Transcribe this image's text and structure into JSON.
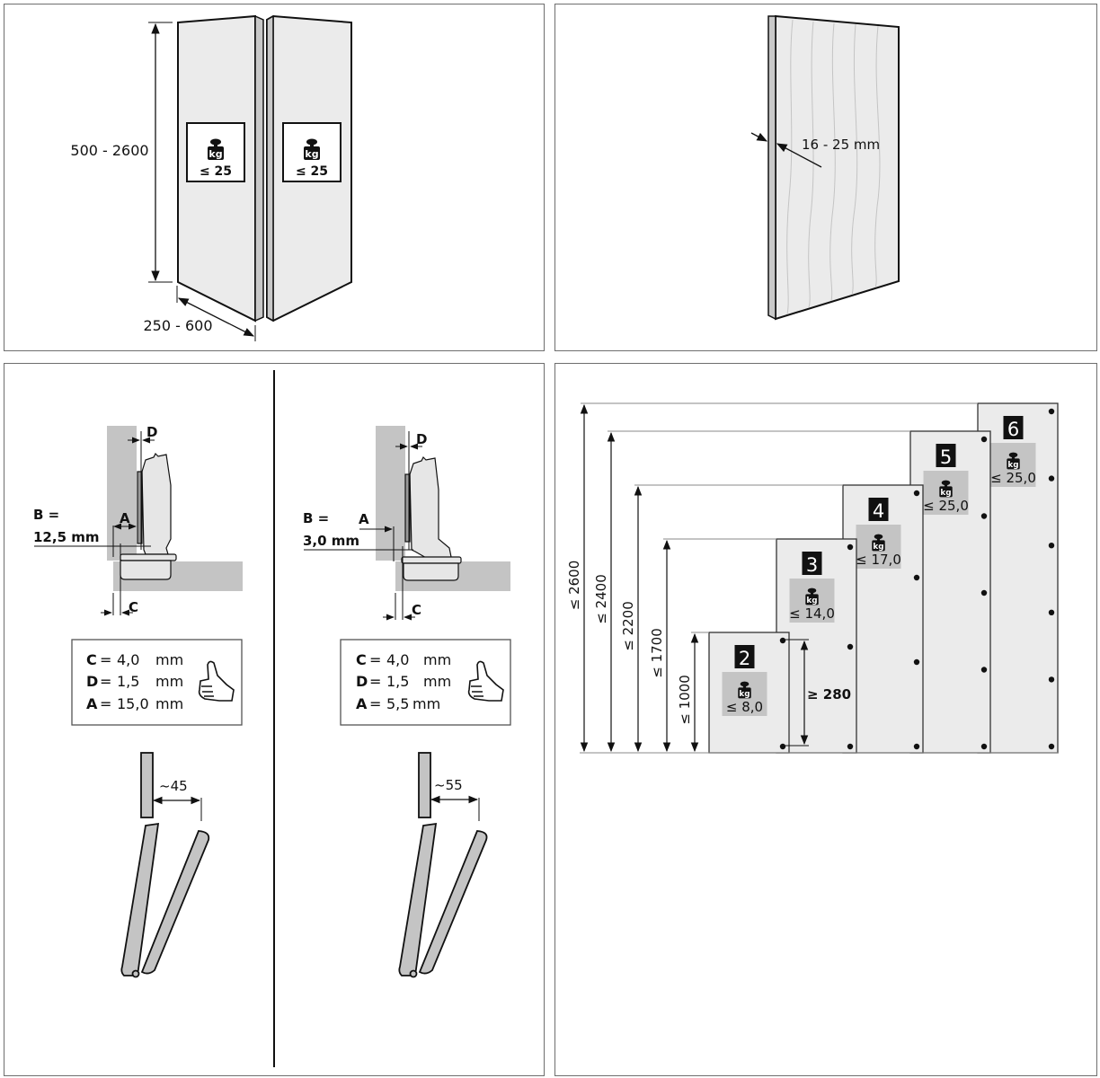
{
  "panel_door_size": {
    "height_range": "500 - 2600",
    "width_range": "250 - 600",
    "doors": [
      {
        "weight_icon": "kg",
        "weight_label": "≤ 25"
      },
      {
        "weight_icon": "kg",
        "weight_label": "≤ 25"
      }
    ]
  },
  "panel_door_thickness": {
    "thickness_label": "16 - 25 mm"
  },
  "panel_hinge_overlay": {
    "variants": [
      {
        "b_label": "B =",
        "b_value": "12,5 mm",
        "dim_a": "A",
        "dim_c": "C",
        "dim_d": "D",
        "spec_rows": [
          {
            "key": "C",
            "eq": "=",
            "value": "4,0",
            "unit": "mm"
          },
          {
            "key": "D",
            "eq": "=",
            "value": "1,5",
            "unit": "mm"
          },
          {
            "key": "A",
            "eq": "=",
            "value": "15,0",
            "unit": "mm"
          }
        ],
        "approval_icon": "thumbs-up",
        "clearance_label": "~45"
      },
      {
        "b_label": "B =",
        "b_value": "3,0 mm",
        "dim_a": "A",
        "dim_c": "C",
        "dim_d": "D",
        "spec_rows": [
          {
            "key": "C",
            "eq": "=",
            "value": "4,0",
            "unit": "mm"
          },
          {
            "key": "D",
            "eq": "=",
            "value": "1,5",
            "unit": "mm"
          },
          {
            "key": "A",
            "eq": "=",
            "value": "5,5",
            "unit": "mm"
          }
        ],
        "approval_icon": "thumbs-up",
        "clearance_label": "~55"
      }
    ]
  },
  "panel_hinge_count": {
    "min_spacing_label": "≥ 280",
    "steps": [
      {
        "height_label": "≤ 1000",
        "max_height": 1000,
        "hinges": "2",
        "weight_label": "≤ 8,0",
        "max_weight": 8.0
      },
      {
        "height_label": "≤ 1700",
        "max_height": 1700,
        "hinges": "3",
        "weight_label": "≤ 14,0",
        "max_weight": 14.0
      },
      {
        "height_label": "≤ 2200",
        "max_height": 2200,
        "hinges": "4",
        "weight_label": "≤ 17,0",
        "max_weight": 17.0
      },
      {
        "height_label": "≤ 2400",
        "max_height": 2400,
        "hinges": "5",
        "weight_label": "≤ 25,0",
        "max_weight": 25.0
      },
      {
        "height_label": "≤ 2600",
        "max_height": 2600,
        "hinges": "6",
        "weight_label": "≤ 25,0",
        "max_weight": 25.0
      }
    ],
    "weight_icon": "kg"
  }
}
